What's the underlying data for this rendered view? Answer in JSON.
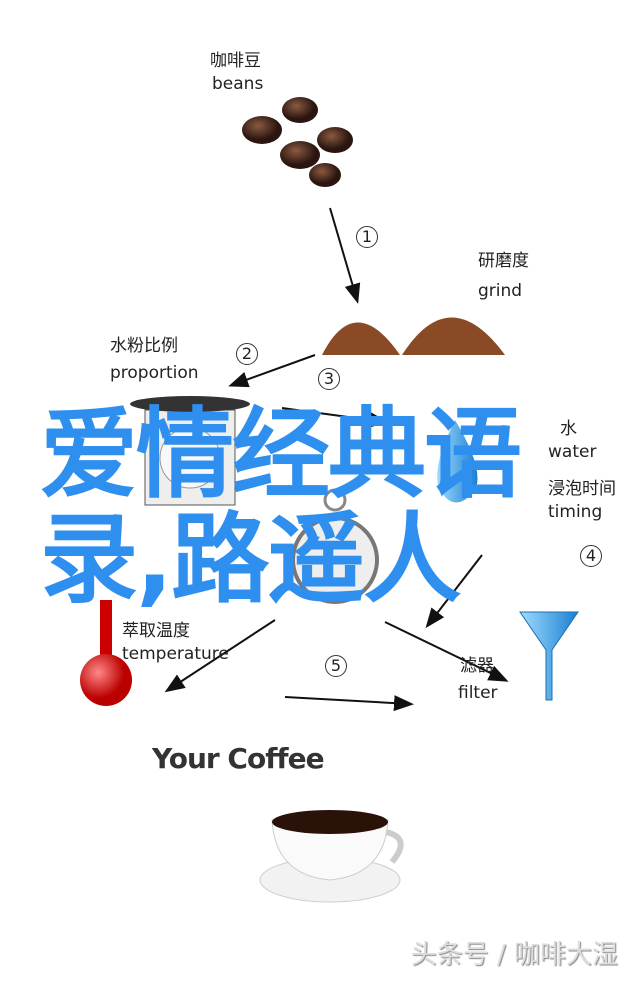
{
  "diagram": {
    "beans": {
      "zh": "咖啡豆",
      "en": "beans"
    },
    "grind": {
      "zh": "研磨度",
      "en": "grind"
    },
    "proportion": {
      "zh": "水粉比例",
      "en": "proportion"
    },
    "timing": {
      "zh": "浸泡时间",
      "en": "timing"
    },
    "water": {
      "zh": "水",
      "en": "water"
    },
    "temperature": {
      "zh": "萃取温度",
      "en": "temperature"
    },
    "filter": {
      "zh": "滤器",
      "en": "filter"
    },
    "steps": [
      "1",
      "2",
      "3",
      "4",
      "5"
    ],
    "result": "Your Coffee"
  },
  "overlay": {
    "line1": "爱情经典语",
    "line2": "录,路遥人"
  },
  "watermark": "头条号 / 咖啡大湿"
}
